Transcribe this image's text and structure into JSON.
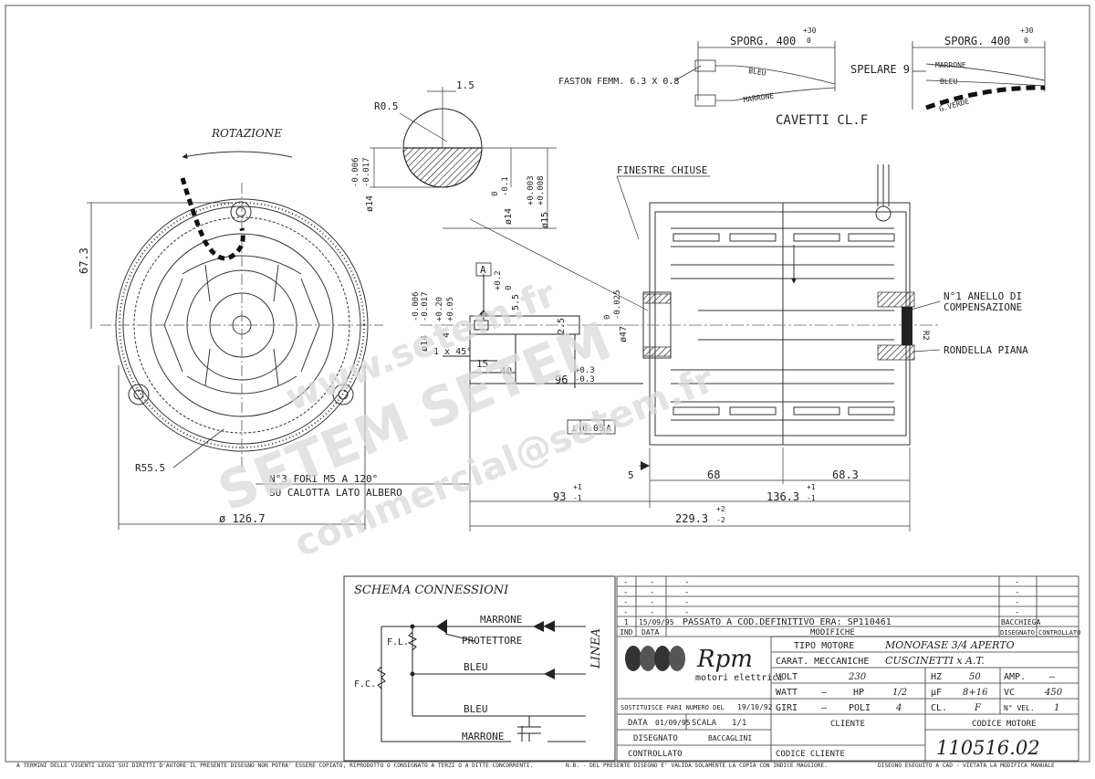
{
  "drawing": {
    "rotation_label": "ROTAZIONE",
    "dims": {
      "h67": "67.3",
      "r55": "R55.5",
      "d126": "ø 126.7",
      "holes_line1": "N°3 FORI M5 A 120°",
      "holes_line2": "SU CALOTTA LATO ALBERO",
      "d15_top": "1.5",
      "r05": "R0.5",
      "tol_a": "-0.006",
      "tol_b": "-0.017",
      "d14": "ø14",
      "d14b_main": "ø14",
      "d14b_tol1": "0",
      "d14b_tol2": "-0.1",
      "d15_main": "ø15",
      "d15_tol1": "+0.003",
      "d15_tol2": "+0.008",
      "shaft_d14": "ø14",
      "shaft_t1": "-0.006",
      "shaft_t2": "-0.017",
      "shaft_4": "4",
      "shaft_t3": "+0.20",
      "shaft_t4": "+0.05",
      "shaft_15": "15",
      "shaft_40": "40",
      "shaft_1x45": "1 x 45°",
      "shaft_96": "96",
      "shaft_96a": "+0.3",
      "shaft_96b": "-0.3",
      "shaft_25": "2.5",
      "shaft_55": "5.5",
      "shaft_a": "A",
      "shaft_t5": "+0.2",
      "shaft_t6": "0",
      "d47": "ø47",
      "d47a": "0",
      "d47b": "-0.025",
      "tol_frame": "0.05",
      "tol_frame_ref": "A",
      "finestre": "FINESTRE CHIUSE",
      "anello1": "N°1 ANELLO DI",
      "anello2": "COMPENSAZIONE",
      "rondella": "RONDELLA PIANA",
      "d5": "5",
      "d93": "93",
      "d93a": "+1",
      "d93b": "-1",
      "d68": "68",
      "d683": "68.3",
      "d1363": "136.3",
      "d1363a": "+1",
      "d1363b": "-1",
      "d2293": "229.3",
      "d2293a": "+2",
      "d2293b": "-2",
      "r2": "R2"
    },
    "cables": {
      "faston": "FASTON FEMM. 6.3 X 0.8",
      "sporg1": "SPORG. 400",
      "sporg1_t1": "+30",
      "sporg1_t2": "0",
      "bleu1": "BLEU",
      "marrone1": "MARRONE",
      "sporg2": "SPORG. 400",
      "sporg2_t1": "+30",
      "sporg2_t2": "0",
      "spelare": "SPELARE 9",
      "marrone2": "MARRONE",
      "bleu2": "BLEU",
      "gverde": "G.VERDE",
      "title": "CAVETTI CL.F"
    },
    "watermarks": [
      "www.setem.fr",
      "SETEM SETEM",
      "commercial@setem.fr"
    ]
  },
  "schema": {
    "title": "SCHEMA CONNESSIONI",
    "marrone": "MARRONE",
    "protettore": "PROTETTORE",
    "bleu": "BLEU",
    "fl": "F.L.",
    "fc": "F.C.",
    "bleu2": "BLEU",
    "marrone2": "MARRONE",
    "linea": "LINEA"
  },
  "title_block": {
    "dash": "-",
    "rev_row": {
      "ind": "1",
      "date": "15/09/95",
      "text": "PASSATO A COD.DEFINITIVO ERA: SP110461",
      "by": "BACCHIEGA"
    },
    "hdr_ind": "IND",
    "hdr_data": "DATA",
    "hdr_mod": "MODIFICHE",
    "hdr_dis": "DISEGNATO",
    "hdr_ctrl": "CONTROLLATO",
    "brand": "Rpm",
    "brand_sub": "motori elettrici",
    "tipo_label": "TIPO MOTORE",
    "tipo_val": "MONOFASE 3/4 APERTO",
    "carat_label": "CARAT. MECCANICHE",
    "carat_val": "CUSCINETTI x A.T.",
    "volt_label": "VOLT",
    "volt_val": "230",
    "hz_label": "HZ",
    "hz_val": "50",
    "amp_label": "AMP.",
    "amp_val": "—",
    "watt_label": "WATT",
    "watt_val": "—",
    "hp_label": "HP",
    "hp_val": "1/2",
    "uf_label": "μF",
    "uf_val": "8+16",
    "vc_label": "VC",
    "vc_val": "450",
    "giri_label": "GIRI",
    "giri_val": "—",
    "poli_label": "POLI",
    "poli_val": "4",
    "cl_label": "CL.",
    "cl_val": "F",
    "nvel_label": "N° VEL.",
    "nvel_val": "1",
    "sost_label": "SOSTITUISCE PARI NUMERO DEL",
    "sost_val": "19/10/92",
    "data_label": "DATA",
    "data_val": "01/09/95",
    "scala_label": "SCALA",
    "scala_val": "1/1",
    "dis_label": "DISEGNATO",
    "dis_val": "BACCAGLINI",
    "ctrl_label": "CONTROLLATO",
    "cliente_label": "CLIENTE",
    "cod_cli_label": "CODICE CLIENTE",
    "cod_mot_label": "CODICE MOTORE",
    "cod_mot_val": "110516.02"
  },
  "footer": {
    "left": "A TERMINI DELLE VIGENTI LEGGI SUI DIRITTI D'AUTORE IL PRESENTE DISEGNO NON POTRA' ESSERE COPIATO, RIPRODOTTO O CONSEGNATO A TERZI O A DITTE CONCORRENTI.",
    "mid": "N.B. - DEL PRESENTE DISEGNO E' VALIDA SOLAMENTE LA COPIA CON INDICE MAGGIORE.",
    "right": "DISEGNO ESEGUITO A CAD - VIETATA LA MODIFICA MANUALE"
  }
}
